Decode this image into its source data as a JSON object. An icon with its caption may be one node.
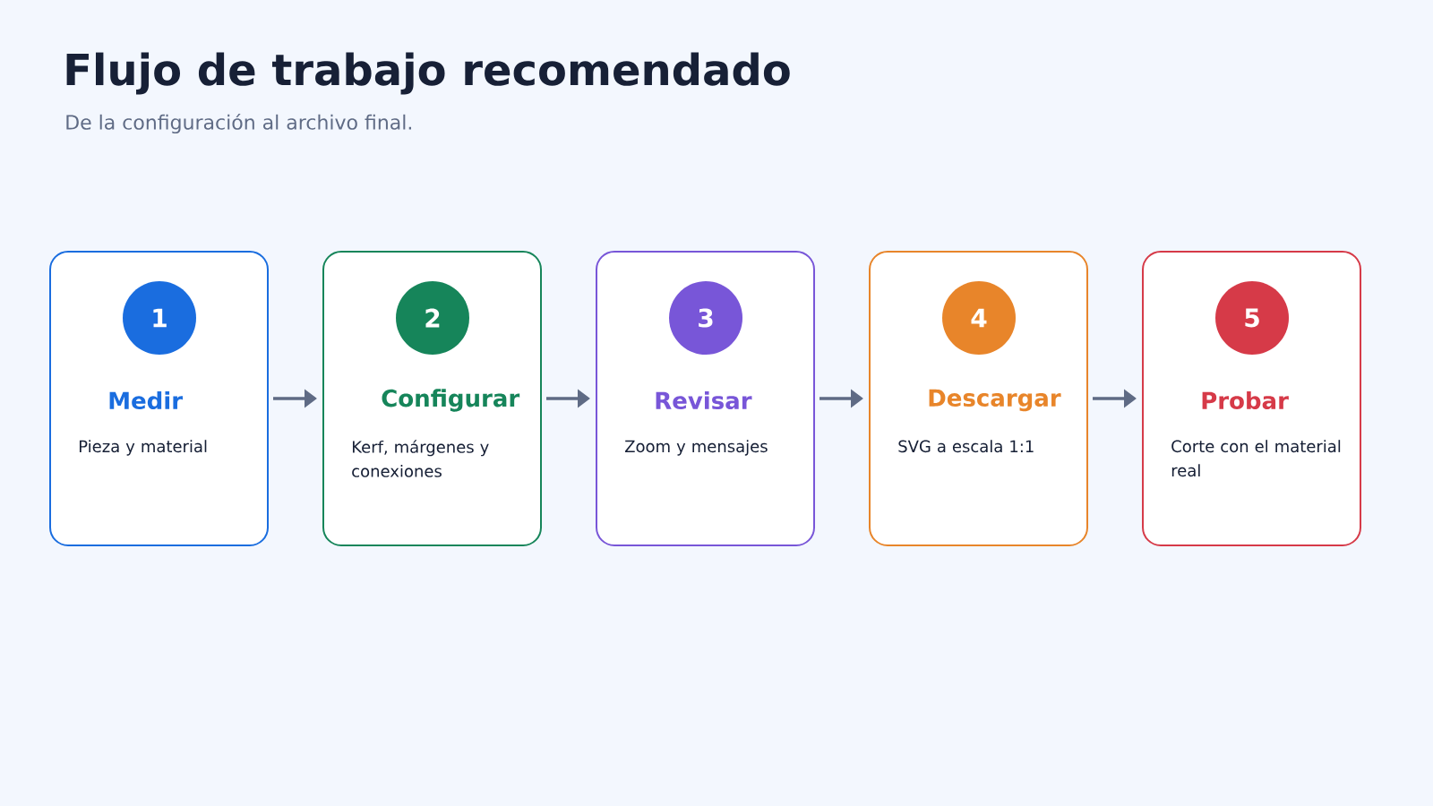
{
  "diagram": {
    "title": "Flujo de trabajo recomendado",
    "nodes": [
      {
        "text": [
          "Medir",
          "Pieza y material"
        ]
      },
      {
        "text": [
          "1"
        ],
        "in": 0
      },
      {
        "text": [
          "Configurar",
          "Kerf, márgenes y conexiones"
        ]
      },
      {
        "text": [
          "2"
        ],
        "in": 2
      },
      {
        "text": [
          "Revisar",
          "Zoom y mensajes"
        ]
      },
      {
        "text": [
          "3"
        ],
        "in": 4
      },
      {
        "text": [
          "Descargar",
          "SVG a escala 1:1"
        ]
      },
      {
        "text": [
          "4"
        ],
        "in": 6
      },
      {
        "text": [
          "Probar",
          "Corte con el material real"
        ]
      },
      {
        "text": [
          "5"
        ],
        "in": 8
      }
    ],
    "edges": [
      {
        "from": 0,
        "to": 2,
        "arrow": "to"
      },
      {
        "from": 2,
        "to": 4,
        "arrow": "to"
      },
      {
        "from": 4,
        "to": 6,
        "arrow": "to"
      },
      {
        "from": 6,
        "to": 8,
        "arrow": "to"
      }
    ],
    "labels": [
      "De la configuración al archivo final."
    ]
  }
}
